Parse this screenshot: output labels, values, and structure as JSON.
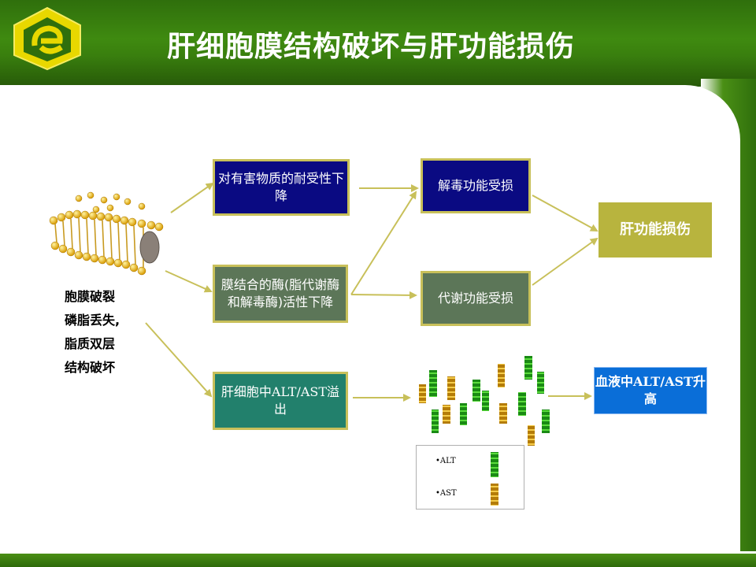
{
  "title": "肝细胞膜结构破坏与肝功能损伤",
  "membrane_description": [
    "胞膜破裂",
    "磷脂丢失,",
    "脂质双层",
    "结构破坏"
  ],
  "boxes": {
    "tolerance": "对有害物质的耐受性下降",
    "enzyme": "膜结合的酶(脂代谢酶和解毒酶)活性下降",
    "leak": "肝细胞中ALT/AST溢出",
    "detox": "解毒功能受损",
    "metabolism": "代谢功能受损",
    "liver_damage": "肝功能损伤",
    "blood": "血液中ALT/AST升高"
  },
  "legend": {
    "alt": "•ALT",
    "ast": "•AST"
  },
  "colors": {
    "alt": "#22a81a",
    "ast": "#d2a010",
    "arrow": "#c8c05a",
    "header": "#3f8a10"
  }
}
